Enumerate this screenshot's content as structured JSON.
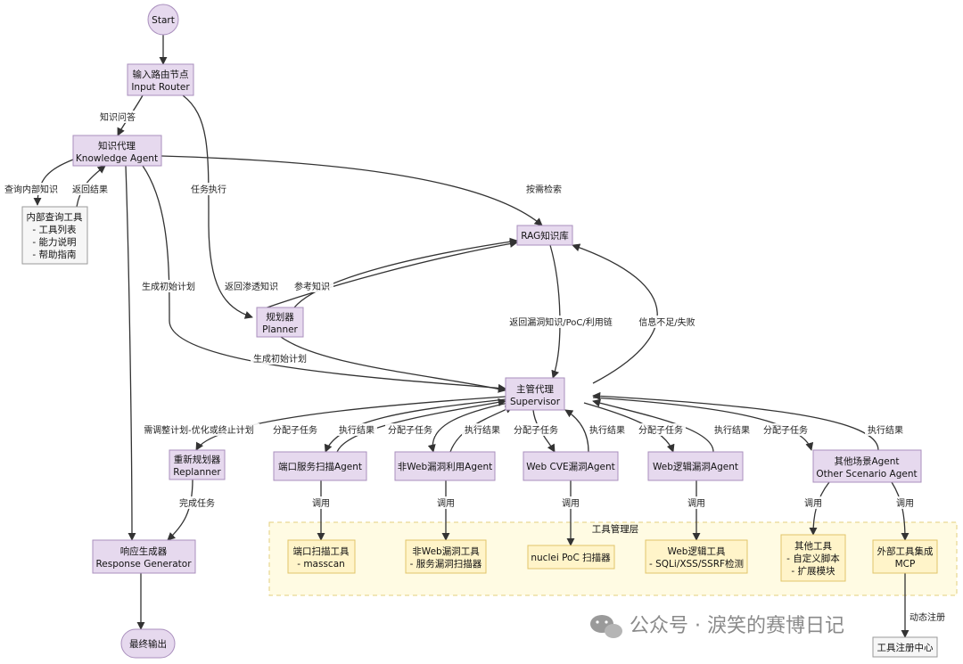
{
  "nodes": {
    "start": "Start",
    "input_router": [
      "输入路由节点",
      "Input Router"
    ],
    "knowledge_agent": [
      "知识代理",
      "Knowledge Agent"
    ],
    "internal_tools": [
      "内部查询工具",
      "- 工具列表",
      "- 能力说明",
      "- 帮助指南"
    ],
    "rag": "RAG知识库",
    "planner": [
      "规划器",
      "Planner"
    ],
    "supervisor": [
      "主管代理",
      "Supervisor"
    ],
    "replanner": [
      "重新规划器",
      "Replanner"
    ],
    "port_agent": "端口服务扫描Agent",
    "nonweb_agent": "非Web漏洞利用Agent",
    "webcve_agent": "Web CVE漏洞Agent",
    "weblogic_agent": "Web逻辑漏洞Agent",
    "other_agent": [
      "其他场景Agent",
      "Other Scenario Agent"
    ],
    "response_gen": [
      "响应生成器",
      "Response Generator"
    ],
    "final_output": "最终输出",
    "tool_layer": "工具管理层",
    "port_tool": [
      "端口扫描工具",
      "- masscan"
    ],
    "nonweb_tool": [
      "非Web漏洞工具",
      "- 服务漏洞扫描器"
    ],
    "nuclei_tool": "nuclei PoC 扫描器",
    "weblogic_tool": [
      "Web逻辑工具",
      "- SQLi/XSS/SSRF检测"
    ],
    "other_tool": [
      "其他工具",
      "- 自定义脚本",
      "- 扩展模块"
    ],
    "mcp_tool": [
      "外部工具集成",
      "MCP"
    ],
    "tool_registry": "工具注册中心"
  },
  "edge_labels": {
    "knowledge_qa": "知识问答",
    "query_internal": "查询内部知识",
    "return_result": "返回结果",
    "task_exec": "任务执行",
    "on_demand": "按需检索",
    "gen_plan_1": "生成初始计划",
    "gen_plan_2": "生成初始计划",
    "return_pentest": "返回渗透知识",
    "ref_knowledge": "参考知识",
    "return_vuln": "返回漏洞知识/PoC/利用链",
    "info_insufficient": "信息不足/失败",
    "need_adjust": "需调整计划-优化或终止计划",
    "assign_1": "分配子任务",
    "result_1": "执行结果",
    "assign_2": "分配子任务",
    "result_2": "执行结果",
    "assign_3": "分配子任务",
    "result_3": "执行结果",
    "assign_4": "分配子任务",
    "result_4": "执行结果",
    "assign_5": "分配子任务",
    "result_5": "执行结果",
    "complete_task": "完成任务",
    "call_1": "调用",
    "call_2": "调用",
    "call_3": "调用",
    "call_4": "调用",
    "call_5": "调用",
    "call_6": "调用",
    "dynamic_reg": "动态注册"
  },
  "watermark": "公众号 · 淚笑的赛博日记"
}
